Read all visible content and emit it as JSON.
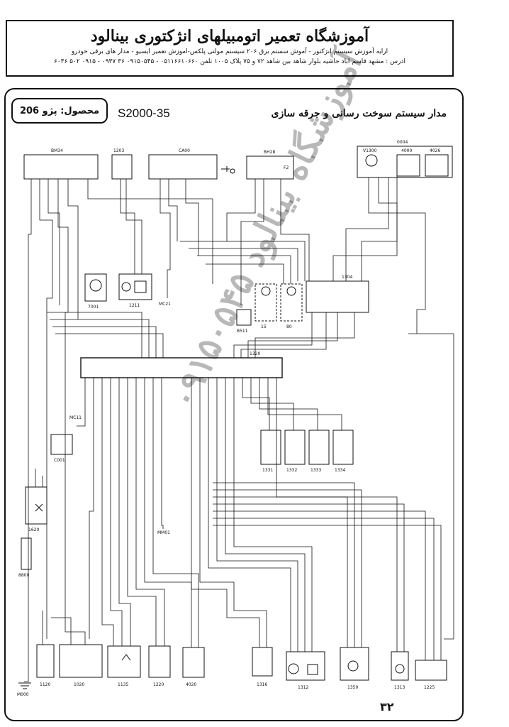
{
  "header": {
    "title": "آموزشگاه تعمیر اتومبیلهای انژکتوری بینالود",
    "line1": "ارایه آموزش سیستم انژکتور - آموش سستم برق ۲۰۶ سیستم مولتی پلکس-اموزش تعمیر ایسیو - مدار های برقی خودرو",
    "line2": "ادرس : مشهد قاسم اباد حاشیه بلوار شاهد بین شاهد ۷۲ و ۷۵ پلاک ۱۰۰۵ تلفن ۰۵۱۱۶۶۱۰۶۶۰ - ۰۹۱۵۰۵۴۵ ۳۶ ۰۹۳۷ - ۰۹۱۵ ۵۰۲ ۶۰۳۶"
  },
  "product_label": "محصول: پژو 206",
  "diagram_code": "S2000-35",
  "diagram_title": "مدار سیستم سوخت رسانی و جرقه سازی",
  "page_number": "۳۲",
  "watermark": "آموزشگاه بینالود ۰۹۱۵۰۵۴۵",
  "components": [
    {
      "id": "c-bm34",
      "label": "BM34"
    },
    {
      "id": "c-1203",
      "label": "1203"
    },
    {
      "id": "c-ca00",
      "label": "CA00"
    },
    {
      "id": "c-bh28",
      "label": "BH28"
    },
    {
      "id": "c-0004",
      "label": "0004"
    },
    {
      "id": "c-v1300",
      "label": "V1300"
    },
    {
      "id": "c-4000",
      "label": "4000"
    },
    {
      "id": "c-4026",
      "label": "4026"
    },
    {
      "id": "c-7001",
      "label": "7001"
    },
    {
      "id": "c-1211",
      "label": "1211"
    },
    {
      "id": "c-mc21",
      "label": "MC21"
    },
    {
      "id": "c-1304",
      "label": "1304"
    },
    {
      "id": "c-b511",
      "label": "B511"
    },
    {
      "id": "c-1320",
      "label": "1320"
    },
    {
      "id": "c-mc11",
      "label": "MC11"
    },
    {
      "id": "c-c001",
      "label": "C001"
    },
    {
      "id": "c-1331",
      "label": "1331"
    },
    {
      "id": "c-1332",
      "label": "1332"
    },
    {
      "id": "c-1333",
      "label": "1333"
    },
    {
      "id": "c-1334",
      "label": "1334"
    },
    {
      "id": "c-1620",
      "label": "1620"
    },
    {
      "id": "c-mm01",
      "label": "MM01"
    },
    {
      "id": "c-8800",
      "label": "8800"
    },
    {
      "id": "c-m000",
      "label": "M000"
    },
    {
      "id": "c-1120",
      "label": "1120"
    },
    {
      "id": "c-1020",
      "label": "1020"
    },
    {
      "id": "c-1135",
      "label": "1135"
    },
    {
      "id": "c-1220",
      "label": "1220"
    },
    {
      "id": "c-4020",
      "label": "4020"
    },
    {
      "id": "c-1316",
      "label": "1316"
    },
    {
      "id": "c-1312",
      "label": "1312"
    },
    {
      "id": "c-1350",
      "label": "1350"
    },
    {
      "id": "c-1313",
      "label": "1313"
    },
    {
      "id": "c-1225",
      "label": "1225"
    }
  ],
  "fuse_label": "F2",
  "relay_labels": [
    "15",
    "80"
  ]
}
